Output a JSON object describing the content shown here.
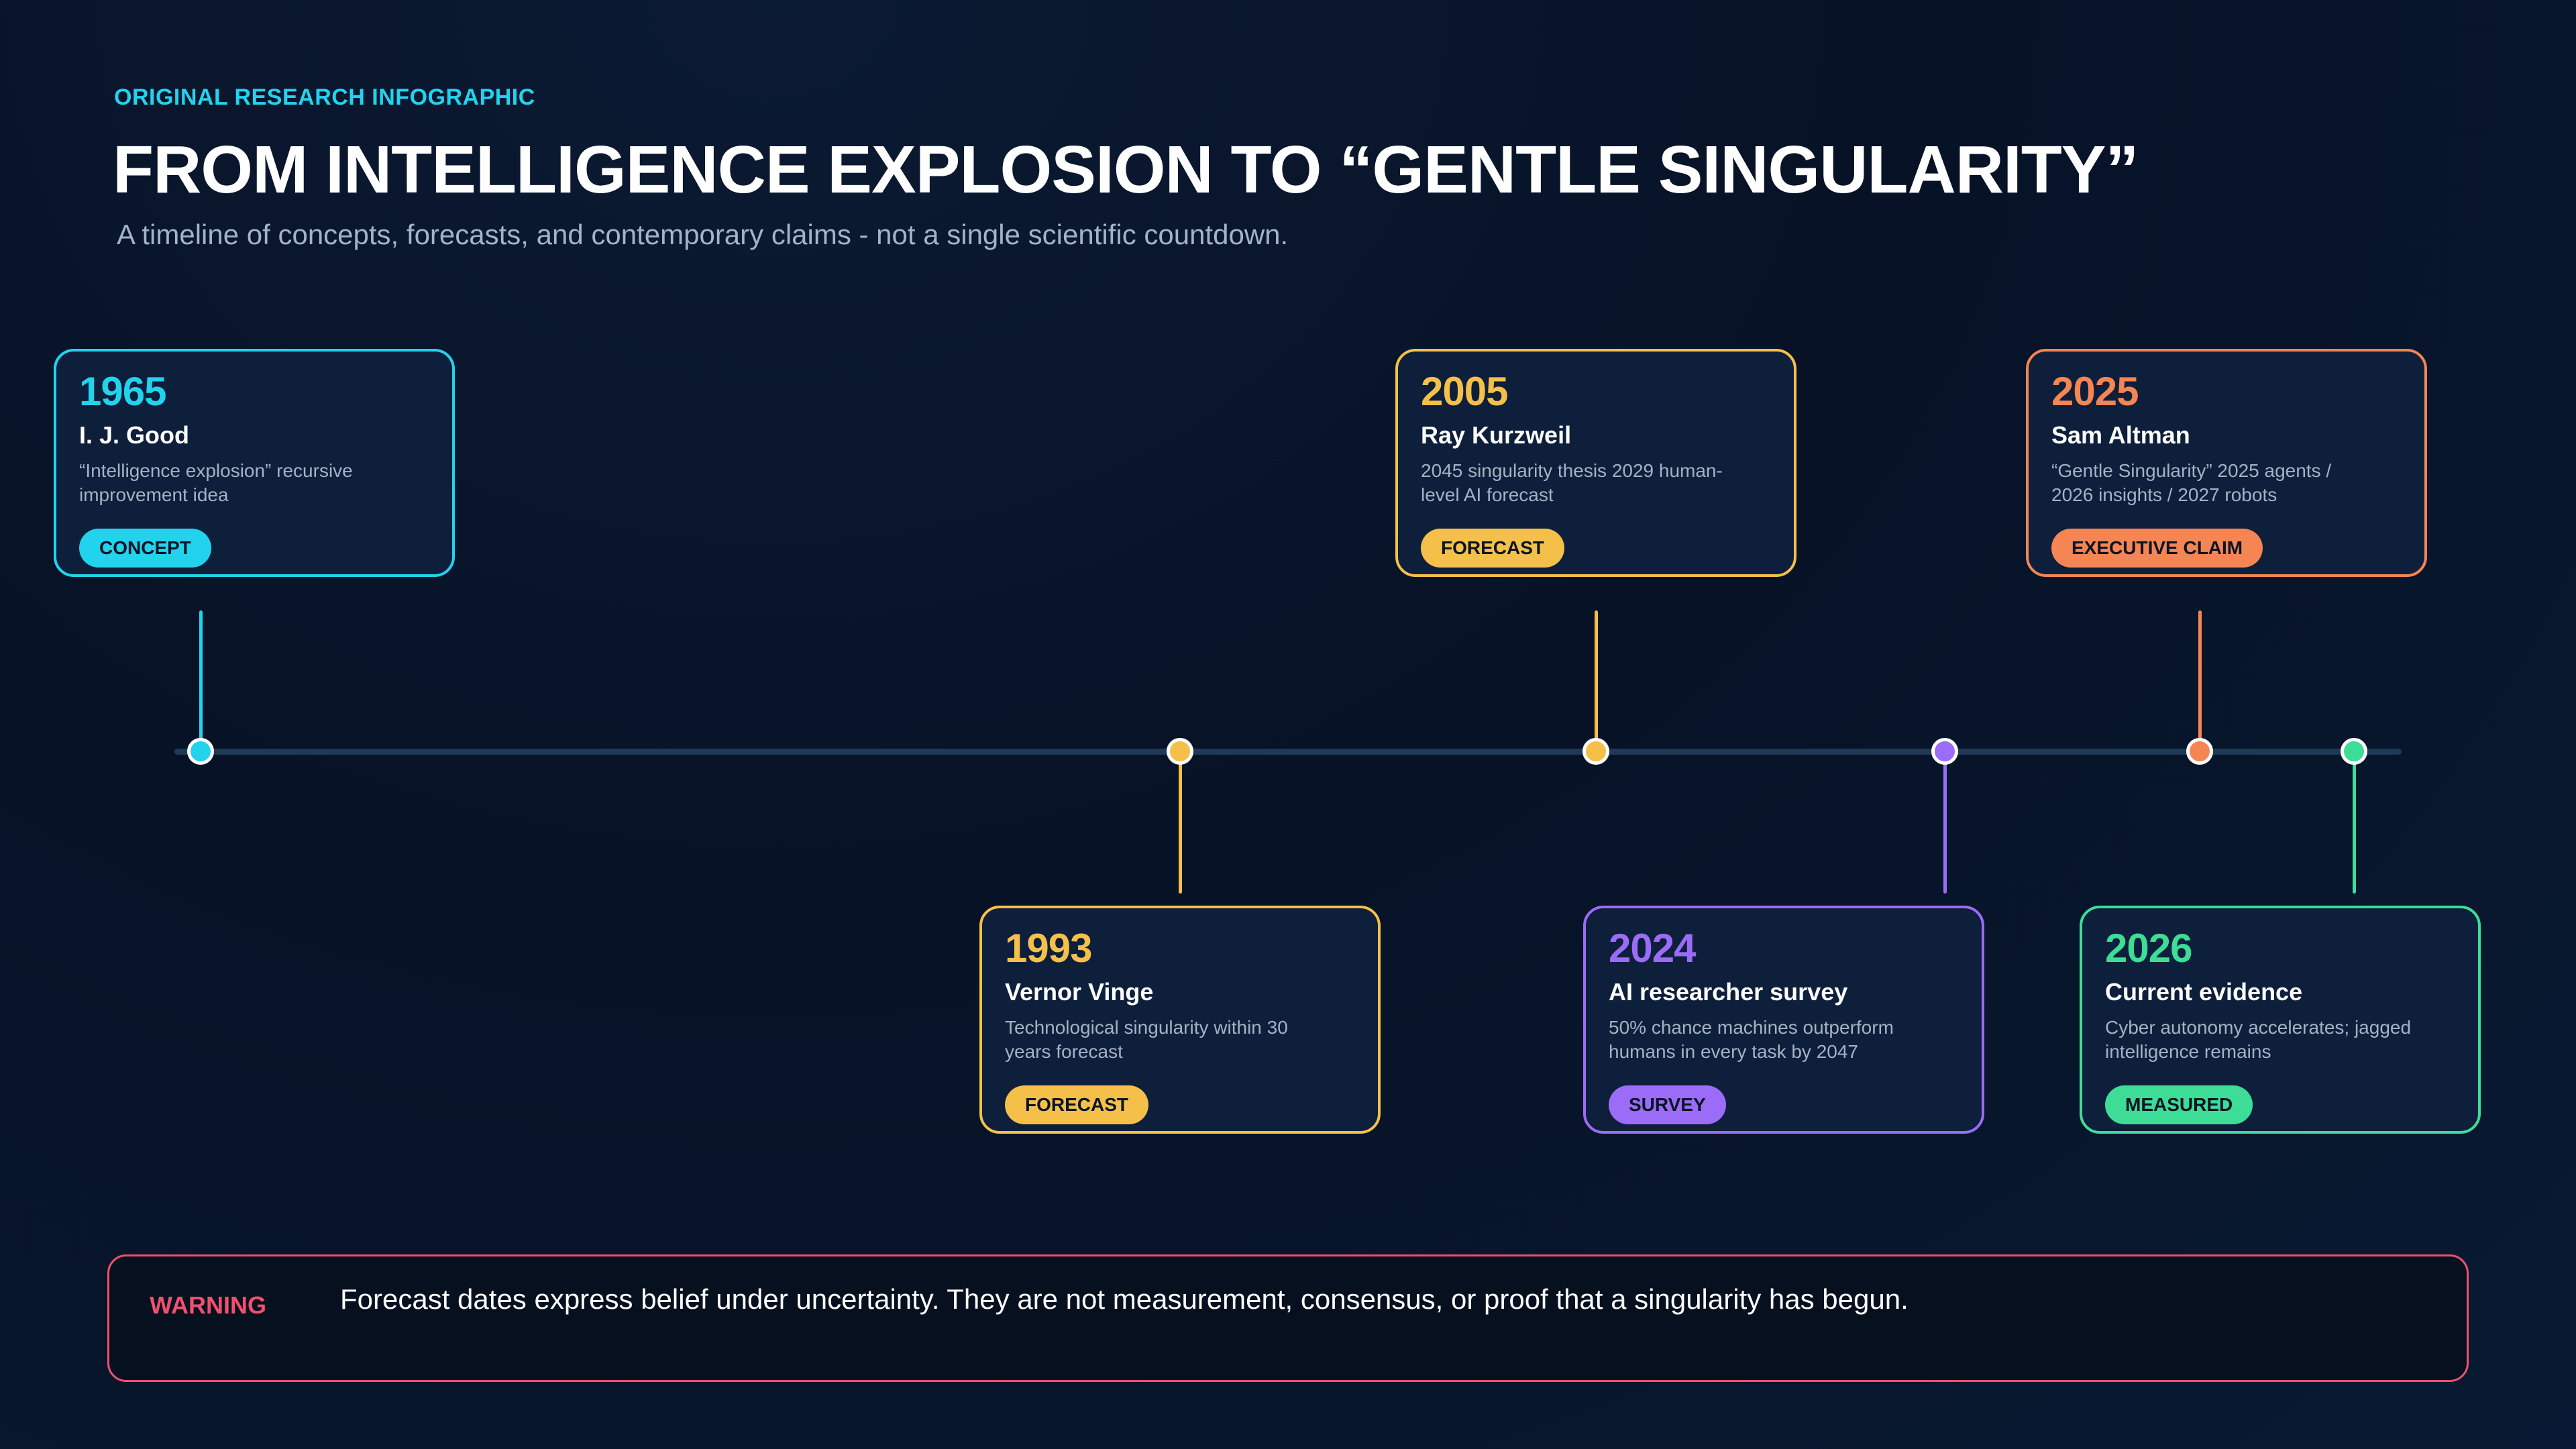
{
  "header": {
    "kicker": "ORIGINAL RESEARCH INFOGRAPHIC",
    "title": "FROM INTELLIGENCE EXPLOSION TO “GENTLE SINGULARITY”",
    "subtitle": "A timeline of concepts, forecasts, and contemporary claims - not a single scientific countdown."
  },
  "colors": {
    "background": "#071226",
    "axis": "#1f3a55",
    "concept": "#22d3ee",
    "forecast": "#f5c04a",
    "survey": "#9b6cf7",
    "executive_claim": "#f58553",
    "measured": "#3ddc97",
    "warning": "#f0506e"
  },
  "events": [
    {
      "year": "1965",
      "name": "I. J. Good",
      "desc": "“Intelligence explosion” recursive improvement idea",
      "tag": "CONCEPT",
      "color": "#22d3ee"
    },
    {
      "year": "1993",
      "name": "Vernor Vinge",
      "desc": "Technological singularity within 30 years forecast",
      "tag": "FORECAST",
      "color": "#f5c04a"
    },
    {
      "year": "2005",
      "name": "Ray Kurzweil",
      "desc": "2045 singularity thesis 2029 human-level AI forecast",
      "tag": "FORECAST",
      "color": "#f5c04a"
    },
    {
      "year": "2024",
      "name": "AI researcher survey",
      "desc": "50% chance machines outperform humans in every task by 2047",
      "tag": "SURVEY",
      "color": "#9b6cf7"
    },
    {
      "year": "2025",
      "name": "Sam Altman",
      "desc": "“Gentle Singularity” 2025 agents / 2026 insights / 2027 robots",
      "tag": "EXECUTIVE CLAIM",
      "color": "#f58553"
    },
    {
      "year": "2026",
      "name": "Current evidence",
      "desc": "Cyber autonomy accelerates; jagged intelligence remains",
      "tag": "MEASURED",
      "color": "#3ddc97"
    }
  ],
  "warning": {
    "label": "WARNING",
    "text": "Forecast dates express belief under uncertainty. They are not measurement, consensus, or proof that a singularity has begun."
  }
}
